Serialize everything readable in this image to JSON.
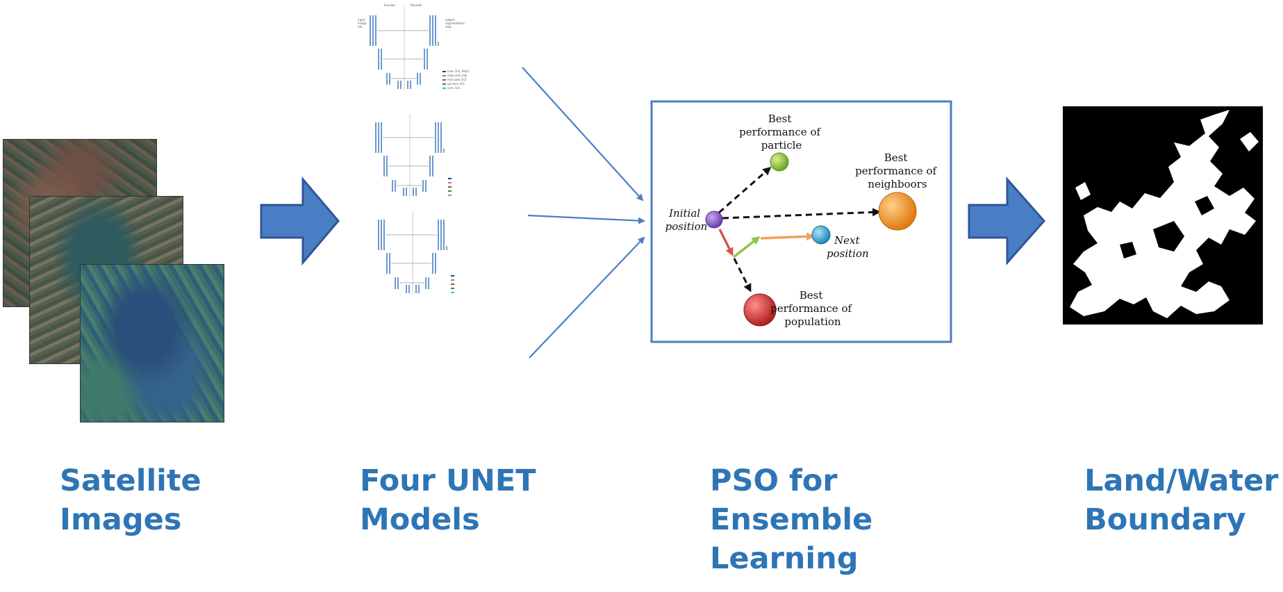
{
  "labels": {
    "satellite": "Satellite\nImages",
    "unet": "Four UNET\nModels",
    "pso": "PSO for\nEnsemble\nLearning",
    "land": "Land/Water\nBoundary"
  },
  "unet_diagram": {
    "encoder": "Encoder",
    "decoder": "Decoder",
    "input": "input\nimage\ntile",
    "output": "output\nsegmentation\nmap",
    "legend": [
      "conv 3x3, ReLU",
      "copy and crop",
      "max pool 2x2",
      "up-conv 2x2",
      "conv 1x1"
    ]
  },
  "pso": {
    "initial": "Initial\nposition",
    "best_particle": "Best\nperformance of\nparticle",
    "best_neighbors": "Best\nperformance of\nneighboors",
    "next": "Next\nposition",
    "best_population": "Best\nperformance of\npopulation"
  },
  "colors": {
    "accent": "#2e75b6",
    "arrow_fill": "#4a7ec4",
    "arrow_stroke": "#2f5597",
    "line": "#4a7ec4",
    "particle_purple": "#8a5bc7",
    "particle_green": "#92c83e",
    "particle_orange": "#f79a2a",
    "particle_cyan": "#31a8d8",
    "particle_red": "#d9312f",
    "pso_box": "#4a7ec4"
  }
}
